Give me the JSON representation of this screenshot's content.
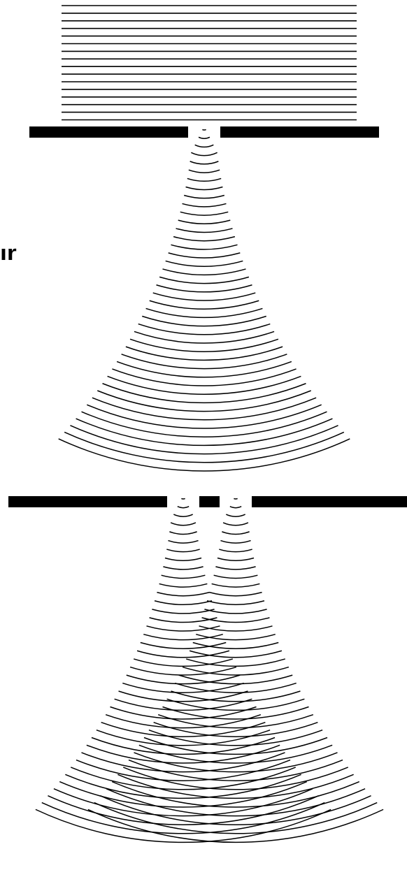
{
  "figure": {
    "edge_label": "ır",
    "ink_color": "#000000",
    "background_color": "#ffffff"
  },
  "incident_waves": {
    "description_icon": "plane-wavefronts",
    "count": 16
  },
  "barrier_1": {
    "slits": 1
  },
  "single_slit_diffraction": {
    "wavefront_count": 41
  },
  "barrier_2": {
    "slits": 2
  },
  "double_slit_diffraction": {
    "wavefronts_per_slit": 40
  }
}
